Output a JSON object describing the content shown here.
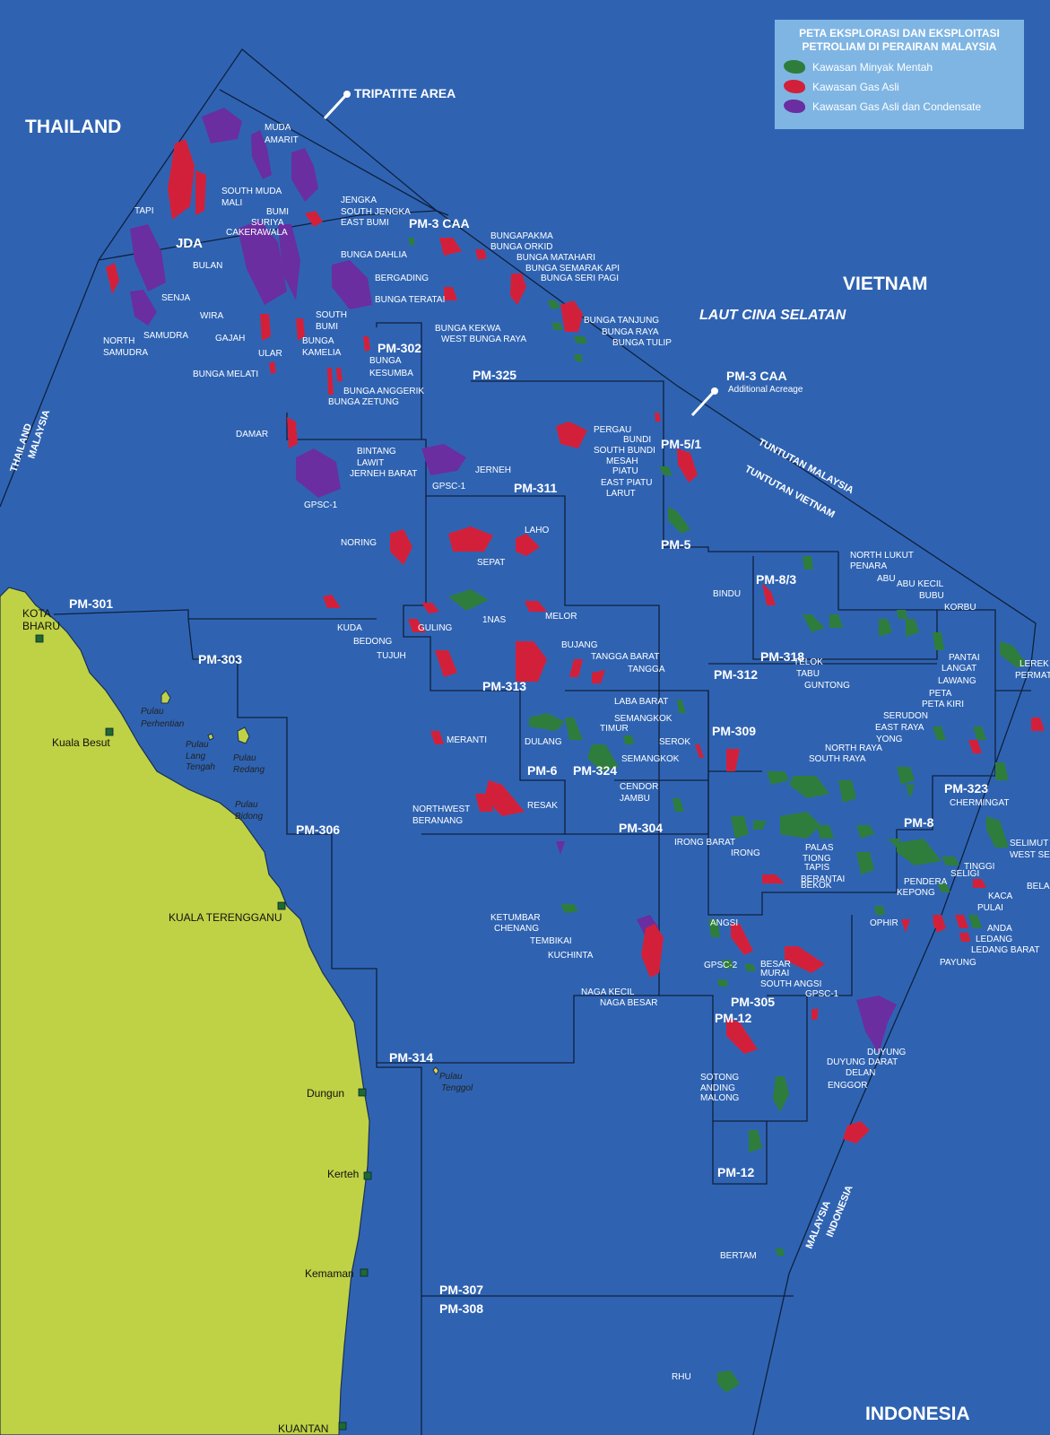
{
  "legend": {
    "title_line1": "PETA EKSPLORASI DAN EKSPLOITASI",
    "title_line2": "PETROLIAM DI PERAIRAN MALAYSIA",
    "items": [
      {
        "label": "Kawasan Minyak Mentah",
        "color": "#2e7d3c"
      },
      {
        "label": "Kawasan Gas Asli",
        "color": "#d3203a"
      },
      {
        "label": "Kawasan Gas Asli dan Condensate",
        "color": "#6a2ea0"
      }
    ]
  },
  "countries": {
    "thailand": "THAILAND",
    "vietnam": "VIETNAM",
    "indonesia": "INDONESIA"
  },
  "sea": "LAUT CINA SELATAN",
  "areas": {
    "tripatite": "TRIPATITE AREA",
    "jda": "JDA",
    "pm3caa_add": "PM-3 CAA",
    "additional": "Additional Acreage"
  },
  "borders": {
    "thai": "THAILAND",
    "malaysia": "MALAYSIA",
    "tuntutan_malaysia": "TUNTUTAN MALAYSIA",
    "tuntutan_vietnam": "TUNTUTAN VIETNAM",
    "malaysia2": "MALAYSIA",
    "indonesia2": "INDONESIA"
  },
  "blocks": [
    "PM-3 CAA",
    "PM-302",
    "PM-325",
    "PM-5/1",
    "PM-311",
    "PM-5",
    "PM-8/3",
    "PM-301",
    "PM-303",
    "PM-318",
    "PM-312",
    "PM-313",
    "PM-309",
    "PM-6",
    "PM-324",
    "PM-323",
    "PM-304",
    "PM-8",
    "PM-306",
    "PM-305",
    "PM-12",
    "PM-314",
    "PM-12",
    "PM-307",
    "PM-308"
  ],
  "towns": [
    "KOTA",
    "BHARU",
    "Kuala Besut",
    "KUALA TERENGGANU",
    "Dungun",
    "Kerteh",
    "Kemaman",
    "KUANTAN"
  ],
  "islands": [
    "Pulau",
    "Perhentian",
    "Pulau",
    "Lang",
    "Tengah",
    "Pulau",
    "Redang",
    "Pulau",
    "Bidong",
    "Pulau",
    "Tenggol"
  ],
  "fields": [
    "MUDA",
    "AMARIT",
    "SOUTH MUDA",
    "MALI",
    "TAPI",
    "JENGKA",
    "SOUTH JENGKA",
    "EAST BUMI",
    "BUMI",
    "SURIYA",
    "CAKERAWALA",
    "BULAN",
    "WIRA",
    "SENJA",
    "SAMUDRA",
    "NORTH",
    "SAMUDRA",
    "GAJAH",
    "ULAR",
    "SOUTH",
    "BUMI",
    "BUNGA",
    "KAMELIA",
    "BUNGA MELATI",
    "BUNGA DAHLIA",
    "BERGADING",
    "BUNGA TERATAI",
    "BUNGAPAKMA",
    "BUNGA ORKID",
    "BUNGA MATAHARI",
    "BUNGA SEMARAK API",
    "BUNGA SERI PAGI",
    "BUNGA TANJUNG",
    "BUNGA RAYA",
    "BUNGA TULIP",
    "BUNGA KEKWA",
    "WEST BUNGA RAYA",
    "BUNGA",
    "KESUMBA",
    "BUNGA ANGGERIK",
    "BUNGA ZETUNG",
    "DAMAR",
    "BINTANG",
    "LAWIT",
    "JERNEH BARAT",
    "GPSC-1",
    "GPSC-1",
    "JERNEH",
    "PERGAU",
    "BUNDI",
    "SOUTH BUNDI",
    "MESAH",
    "PIATU",
    "EAST PIATU",
    "LARUT",
    "NORING",
    "SEPAT",
    "LAHO",
    "KUDA",
    "BEDONG",
    "TUJUH",
    "GULING",
    "1NAS",
    "MELOR",
    "BUJANG",
    "TANGGA BARAT",
    "TANGGA",
    "MERANTI",
    "NORTHWEST",
    "BERANANG",
    "RESAK",
    "DULANG",
    "LABA BARAT",
    "SEMANGKOK",
    "TIMUR",
    "SEMANGKOK",
    "SEROK",
    "CENDOR",
    "JAMBU",
    "BINDU",
    "NORTH LUKUT",
    "PENARA",
    "ABU",
    "ABU KECIL",
    "BUBU",
    "KORBU",
    "TELOK",
    "TABU",
    "GUNTONG",
    "PANTAI",
    "LANGAT",
    "LAWANG",
    "PETA",
    "PETA KIRI",
    "SERUDON",
    "EAST RAYA",
    "YONG",
    "NORTH RAYA",
    "SOUTH RAYA",
    "LEREK",
    "PERMATANG",
    "CHERMINGAT",
    "IRONG BARAT",
    "IRONG",
    "PALAS",
    "TIONG",
    "TAPIS",
    "BERANTAI",
    "BEKOK",
    "PENDERA",
    "KEPONG",
    "SELIGI",
    "TINGGI",
    "SELIMUT",
    "WEST SELIMUT",
    "BELANGA",
    "KACA",
    "PULAI",
    "ANDA",
    "LEDANG",
    "LEDANG BARAT",
    "PAYUNG",
    "OPHIR",
    "KETUMBAR",
    "CHENANG",
    "TEMBIKAI",
    "KUCHINTA",
    "NAGA KECIL",
    "NAGA BESAR",
    "ANGSI",
    "GPSC-2",
    "BESAR",
    "MURAI",
    "SOUTH ANGSI",
    "GPSC-1",
    "DUYUNG",
    "DUYUNG DARAT",
    "DELAN",
    "ENGGOR",
    "SOTONG",
    "ANDING",
    "MALONG",
    "BERTAM",
    "RHU"
  ]
}
